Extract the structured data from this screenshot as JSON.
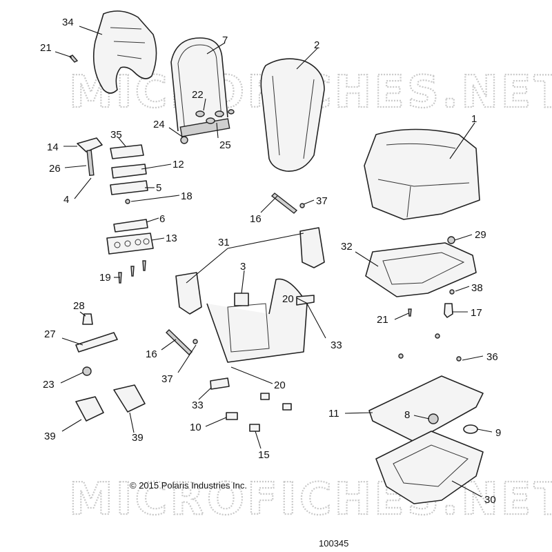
{
  "watermark": "MICROFICHES.NET",
  "copyright": "© 2015 Polaris Industries Inc.",
  "figure_number": "100345",
  "callouts": [
    "34",
    "21",
    "7",
    "2",
    "22",
    "24",
    "25",
    "1",
    "35",
    "14",
    "12",
    "26",
    "5",
    "4",
    "18",
    "37",
    "16",
    "6",
    "13",
    "31",
    "32",
    "29",
    "3",
    "19",
    "38",
    "20",
    "21",
    "17",
    "28",
    "33",
    "27",
    "36",
    "16",
    "37",
    "23",
    "20",
    "33",
    "11",
    "8",
    "9",
    "10",
    "39",
    "39",
    "15",
    "30"
  ]
}
